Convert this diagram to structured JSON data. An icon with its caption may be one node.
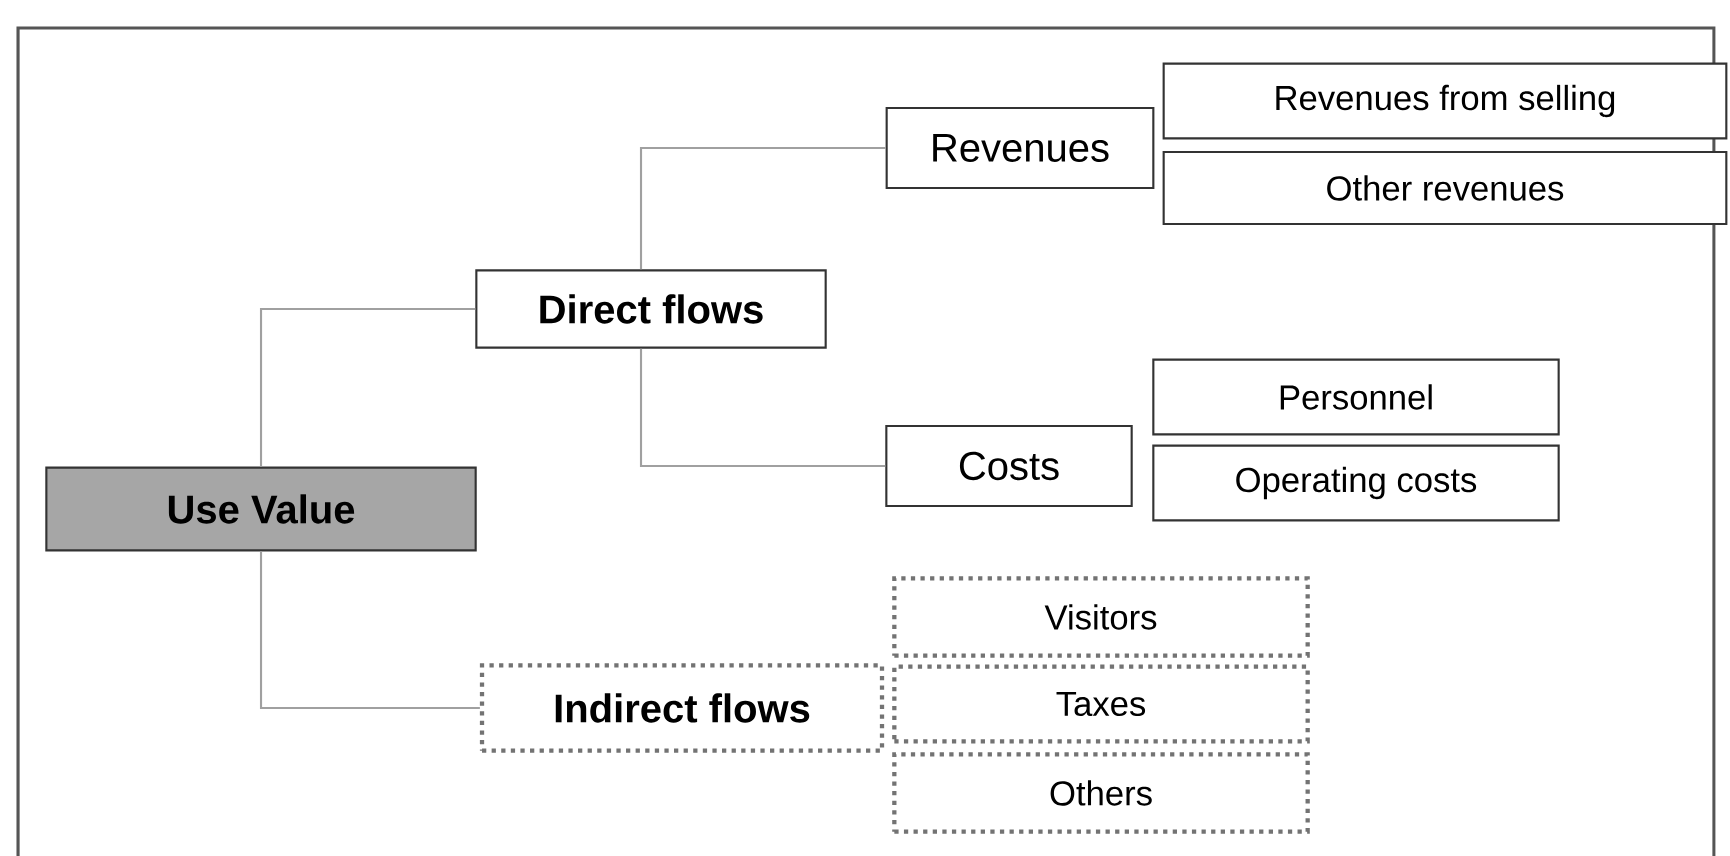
{
  "diagram": {
    "nodes": [
      {
        "text": [
          "Use Value"
        ]
      },
      {
        "text": [
          "Direct flows"
        ]
      },
      {
        "text": [
          "Revenues"
        ]
      },
      {
        "text": [
          "Revenues from selling"
        ]
      },
      {
        "text": [
          "Other revenues"
        ]
      },
      {
        "text": [
          "Costs"
        ]
      },
      {
        "text": [
          "Personnel"
        ]
      },
      {
        "text": [
          "Operating costs"
        ]
      },
      {
        "text": [
          "Indirect flows"
        ]
      },
      {
        "text": [
          "Visitors"
        ]
      },
      {
        "text": [
          "Taxes"
        ]
      },
      {
        "text": [
          "Others"
        ]
      }
    ],
    "edges": [
      {
        "from": 0,
        "to": 1,
        "arrow": "none"
      },
      {
        "from": 1,
        "to": 2,
        "arrow": "none"
      },
      {
        "from": 1,
        "to": 5,
        "arrow": "none"
      },
      {
        "from": 0,
        "to": 8,
        "arrow": "none"
      }
    ]
  }
}
